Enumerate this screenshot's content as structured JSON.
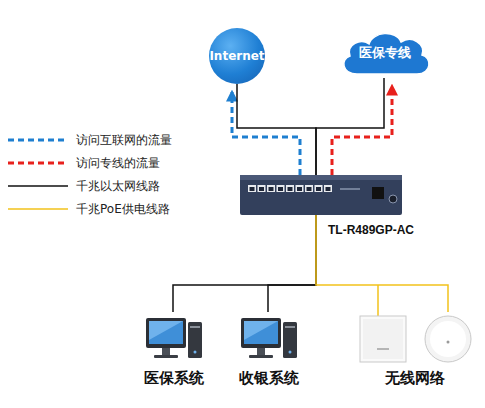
{
  "diagram": {
    "nodes": [
      {
        "text": [
          "Internet"
        ]
      },
      {
        "text": [
          "医保专线"
        ]
      },
      {
        "text": [
          "TL-R489GP-AC"
        ]
      },
      {
        "text": [
          "医保系统"
        ]
      },
      {
        "text": [
          "收银系统"
        ]
      },
      {
        "text": [
          "无线网络"
        ]
      }
    ],
    "edges": [
      {
        "from": 2,
        "to": 0,
        "arrow": "to"
      },
      {
        "from": 2,
        "to": 0,
        "arrow": "none"
      },
      {
        "from": 2,
        "to": 1,
        "arrow": "to"
      },
      {
        "from": 2,
        "to": 1,
        "arrow": "none"
      },
      {
        "from": 2,
        "to": 3,
        "arrow": "none"
      },
      {
        "from": 2,
        "to": 4,
        "arrow": "none"
      },
      {
        "from": 2,
        "to": 5,
        "arrow": "none"
      }
    ],
    "legend": [
      {
        "text": "访问互联网的流量"
      },
      {
        "text": "访问专线的流量"
      },
      {
        "text": "千兆以太网线路"
      },
      {
        "text": "千兆PoE供电线路"
      }
    ]
  }
}
